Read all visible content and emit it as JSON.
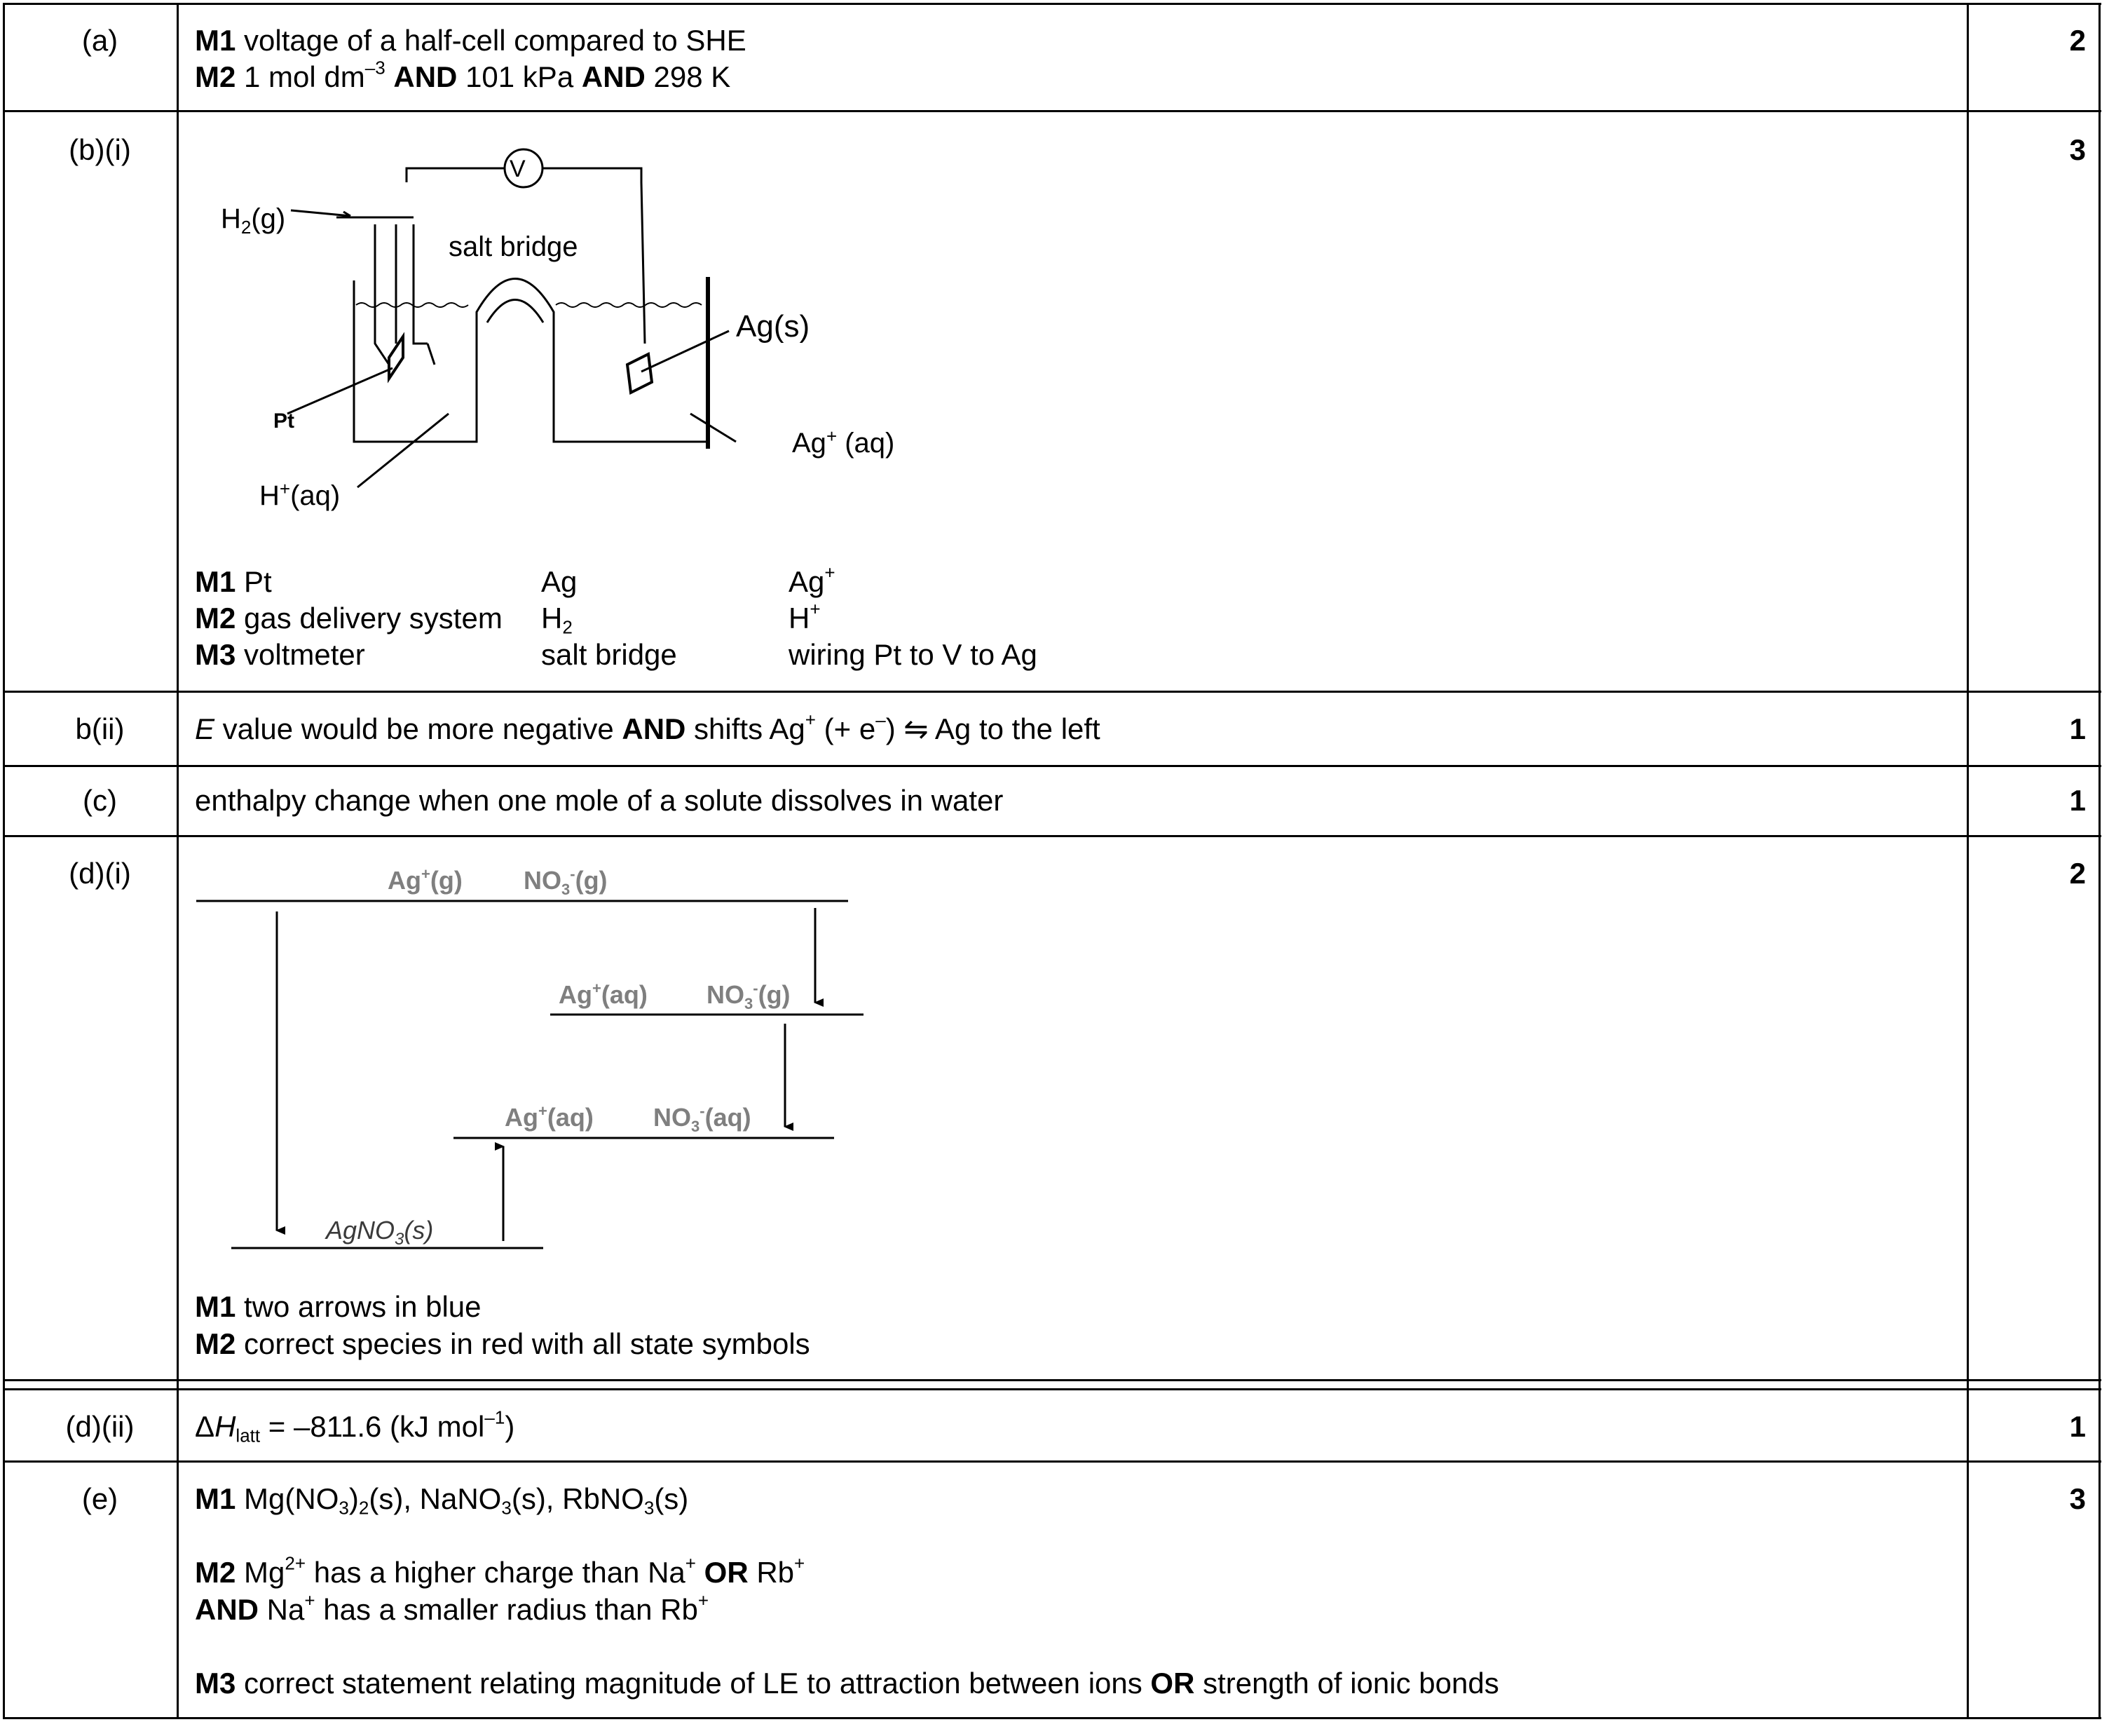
{
  "rows": {
    "a": {
      "question": "(a)",
      "marks": "2",
      "m1_tag": "M1",
      "m1_text": "voltage of a half-cell compared to SHE",
      "m2_tag": "M2",
      "m2_a": "1 mol dm",
      "m2_exp": "–3",
      "and1": "AND",
      "m2_b": "101 kPa",
      "and2": "AND",
      "m2_c": "298 K"
    },
    "bi": {
      "question": "(b)(i)",
      "marks": "3",
      "diagram": {
        "h2_main": "H",
        "h2_sub": "2",
        "h2_state": "(g)",
        "salt_bridge": "salt bridge",
        "voltmeter": "V",
        "ag_s": "Ag(s)",
        "pt": "Pt",
        "h_aq_main": "H",
        "h_aq_sup": "+",
        "h_aq_state": "(aq)",
        "ag_aq_main": "Ag",
        "ag_aq_sup": "+",
        "ag_aq_state": " (aq)"
      },
      "table": {
        "m1_tag": "M1",
        "m1_c1": "Pt",
        "m1_c2": "Ag",
        "m1_c3": "Ag",
        "m1_c3_sup": "+",
        "m2_tag": "M2",
        "m2_c1": "gas delivery system",
        "m2_c2": "H",
        "m2_c2_sub": "2",
        "m2_c3": "H",
        "m2_c3_sup": "+",
        "m3_tag": "M3",
        "m3_c1": "voltmeter",
        "m3_c2": "salt bridge",
        "m3_c3": "wiring Pt to V to Ag"
      }
    },
    "bii": {
      "question": "b(ii)",
      "marks": "1",
      "e": "E",
      "t1": " value would be more negative ",
      "and": "AND",
      "t2": " shifts Ag",
      "sup1": "+",
      "t3": " (+ e",
      "sup2": "–",
      "t4": ") ⇋ Ag to the left"
    },
    "c": {
      "question": "(c)",
      "marks": "1",
      "text": "enthalpy change when one mole of a solute dissolves in water"
    },
    "di": {
      "question": "(d)(i)",
      "marks": "2",
      "cycle": {
        "top_ag": "Ag",
        "top_ag_sup": "+",
        "top_ag_state": "(g)",
        "top_no": "NO",
        "top_no_sub": "3",
        "top_no_sup": "-",
        "top_no_state": "(g)",
        "mid_ag": "Ag",
        "mid_ag_sup": "+",
        "mid_ag_state": "(aq)",
        "mid_no": "NO",
        "mid_no_sub": "3",
        "mid_no_sup": "-",
        "mid_no_state": "(g)",
        "low_ag": "Ag",
        "low_ag_sup": "+",
        "low_ag_state": "(aq)",
        "low_no": "NO",
        "low_no_sub": "3",
        "low_no_sup": "-",
        "low_no_state": "(aq)",
        "bot_main": "AgNO",
        "bot_sub": "3",
        "bot_state": "(s)",
        "label_color": "#7f7f7f"
      },
      "m1_tag": "M1",
      "m1_text": "two arrows in blue",
      "m2_tag": "M2",
      "m2_text": "correct species in red with all state symbols"
    },
    "dii": {
      "question": "(d)(ii)",
      "marks": "1",
      "delta": "Δ",
      "h": "H",
      "sub": "latt",
      "text": " = –811.6 (kJ mol",
      "sup": "–1",
      "close": ")"
    },
    "e": {
      "question": "(e)",
      "marks": "3",
      "m1_tag": "M1",
      "m1_a": "Mg(NO",
      "m1_sub1": "3",
      "m1_b": ")",
      "m1_sub2": "2",
      "m1_c": "(s), NaNO",
      "m1_sub3": "3",
      "m1_d": "(s), RbNO",
      "m1_sub4": "3",
      "m1_e": "(s)",
      "m2_tag": "M2",
      "m2_a": "Mg",
      "m2_sup1": "2+",
      "m2_b": " has a higher charge than Na",
      "m2_sup2": "+",
      "m2_or": "OR",
      "m2_c": "Rb",
      "m2_sup3": "+",
      "m2_and": "AND",
      "m2_d": " Na",
      "m2_sup4": "+",
      "m2_e": " has a smaller radius than Rb",
      "m2_sup5": "+",
      "m3_tag": "M3",
      "m3_a": "correct statement relating magnitude of LE to attraction between ions ",
      "m3_or": "OR",
      "m3_b": " strength of ionic bonds"
    }
  }
}
